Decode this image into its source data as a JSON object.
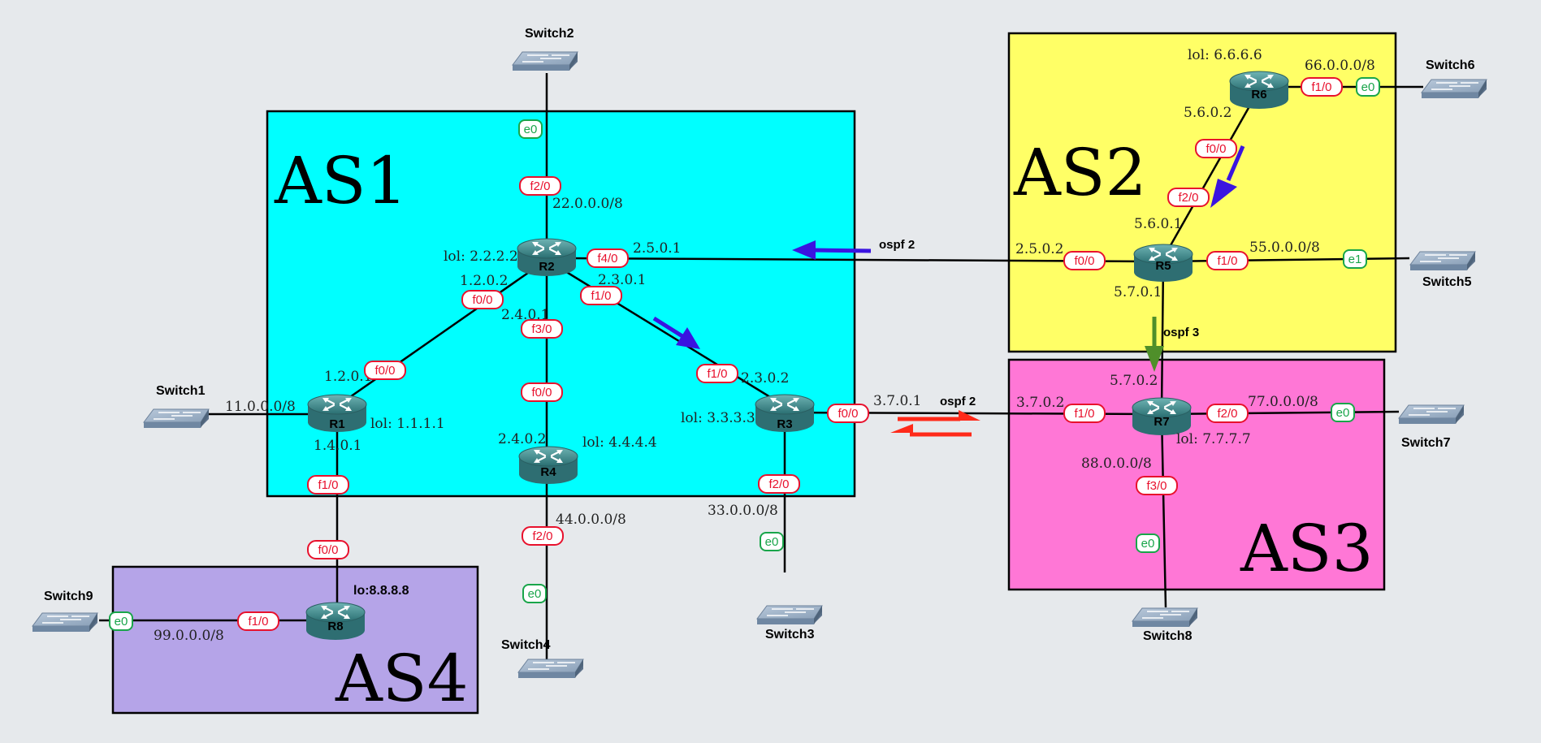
{
  "autonomous_systems": [
    {
      "id": "as1",
      "label": "AS1",
      "color": "#00ffff"
    },
    {
      "id": "as2",
      "label": "AS2",
      "color": "#ffff66"
    },
    {
      "id": "as3",
      "label": "AS3",
      "color": "#ff77d6"
    },
    {
      "id": "as4",
      "label": "AS4",
      "color": "#b5a4e8"
    }
  ],
  "routers": [
    {
      "id": "r1",
      "label": "R1",
      "loopback": "lol: 1.1.1.1"
    },
    {
      "id": "r2",
      "label": "R2",
      "loopback": "lol: 2.2.2.2"
    },
    {
      "id": "r3",
      "label": "R3",
      "loopback": "lol: 3.3.3.3"
    },
    {
      "id": "r4",
      "label": "R4",
      "loopback": "lol: 4.4.4.4"
    },
    {
      "id": "r5",
      "label": "R5",
      "loopback": ""
    },
    {
      "id": "r6",
      "label": "R6",
      "loopback": "lol: 6.6.6.6"
    },
    {
      "id": "r7",
      "label": "R7",
      "loopback": "lol: 7.7.7.7"
    },
    {
      "id": "r8",
      "label": "R8",
      "loopback": "lo:8.8.8.8"
    }
  ],
  "switches": [
    {
      "id": "sw1",
      "label": "Switch1"
    },
    {
      "id": "sw2",
      "label": "Switch2"
    },
    {
      "id": "sw3",
      "label": "Switch3"
    },
    {
      "id": "sw4",
      "label": "Switch4"
    },
    {
      "id": "sw5",
      "label": "Switch5"
    },
    {
      "id": "sw6",
      "label": "Switch6"
    },
    {
      "id": "sw7",
      "label": "Switch7"
    },
    {
      "id": "sw8",
      "label": "Switch8"
    },
    {
      "id": "sw9",
      "label": "Switch9"
    }
  ],
  "interfaces": {
    "r2_f2_0": "f2/0",
    "sw2_e0": "e0",
    "r2_f4_0": "f4/0",
    "r2_f1_0": "f1/0",
    "r2_f0_0": "f0/0",
    "r2_f3_0": "f3/0",
    "r1_f0_0": "f0/0",
    "r1_f1_0": "f1/0",
    "r3_f1_0": "f1/0",
    "r3_f0_0": "f0/0",
    "r3_f2_0": "f2/0",
    "r4_f0_0": "f0/0",
    "r4_f2_0": "f2/0",
    "r8_f0_0": "f0/0",
    "r8_f1_0": "f1/0",
    "r5_f0_0": "f0/0",
    "r5_f1_0": "f1/0",
    "r5_f2_0": "f2/0",
    "r6_f0_0": "f0/0",
    "r6_f1_0": "f1/0",
    "r7_f1_0": "f1/0",
    "r7_f2_0": "f2/0",
    "r7_f3_0": "f3/0",
    "sw3_e0": "e0",
    "sw4_e0": "e0",
    "sw5_e1": "e1",
    "sw6_e0": "e0",
    "sw7_e0": "e0",
    "sw8_e0": "e0",
    "sw9_e0": "e0"
  },
  "addresses": {
    "net_22": "22.0.0.0/8",
    "r2_f4": "2.5.0.1",
    "r2_f1": "2.3.0.1",
    "r2_f0": "1.2.0.2",
    "r2_f3": "2.4.0.1",
    "r1_f0": "1.2.0.1",
    "net_11": "11.0.0.0/8",
    "r1_f1": "1.4.0.1",
    "r3_f1": "2.3.0.2",
    "r3_f0": "3.7.0.1",
    "net_33": "33.0.0.0/8",
    "r4_f0": "2.4.0.2",
    "net_44": "44.0.0.0/8",
    "net_99": "99.0.0.0/8",
    "r5_f0": "2.5.0.2",
    "r5_f2": "5.6.0.1",
    "r5_down": "5.7.0.1",
    "net_55": "55.0.0.0/8",
    "r6_f0": "5.6.0.2",
    "net_66": "66.0.0.0/8",
    "r7_up": "5.7.0.2",
    "r7_f1": "3.7.0.2",
    "net_77": "77.0.0.0/8",
    "net_88": "88.0.0.0/8"
  },
  "ospf_labels": {
    "r2_r5": "ospf 2",
    "r5_r7": "ospf 3",
    "r3_r7": "ospf 2"
  },
  "colors": {
    "arrow_blue": "#3a14e0",
    "arrow_green": "#4f8f2a",
    "arrow_red": "#ff2a1a",
    "router_body": "#3d8a8a",
    "switch_body": "#7f95ad"
  }
}
